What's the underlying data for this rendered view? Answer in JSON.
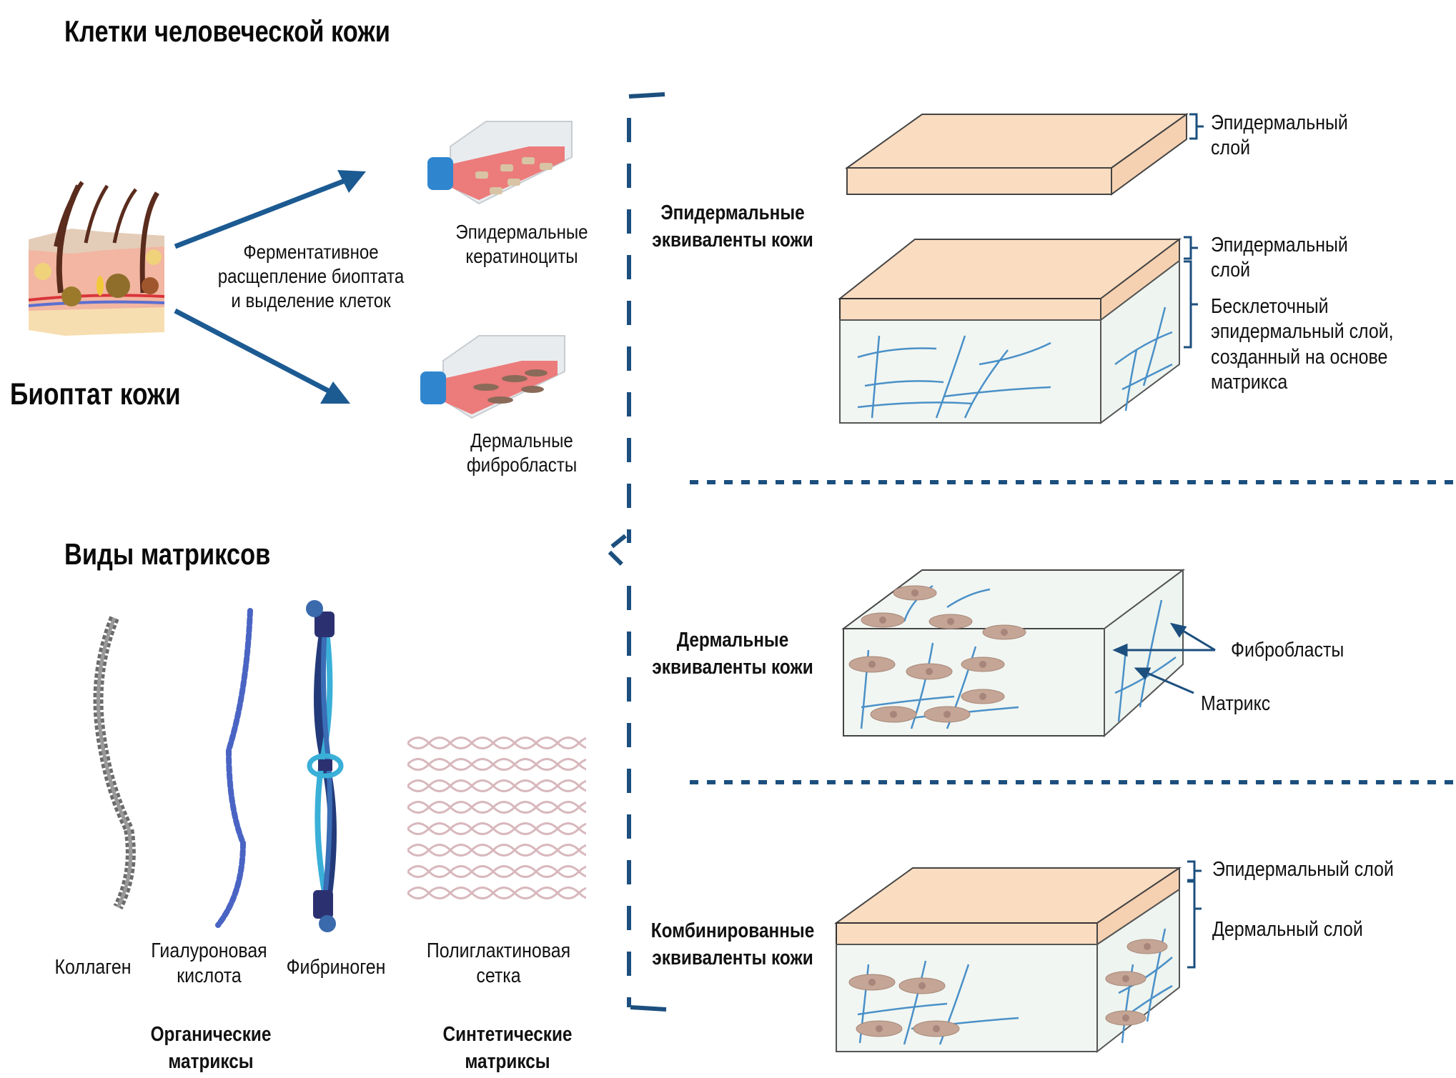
{
  "titles": {
    "human_skin_cells": "Клетки человеческой кожи",
    "skin_biopsy": "Биоптат кожи",
    "matrix_types": "Виды матриксов"
  },
  "process": {
    "arrow_label_lines": [
      "Ферментативное",
      "расщепление биоптата",
      "и выделение клеток"
    ]
  },
  "cultures": [
    {
      "id": "keratinocytes",
      "lines": [
        "Эпидермальные",
        "кератиноциты"
      ]
    },
    {
      "id": "fibroblasts",
      "lines": [
        "Дермальные",
        "фибробласты"
      ]
    }
  ],
  "equivalents": [
    {
      "id": "epidermal",
      "title_lines": [
        "Эпидермальные",
        "эквиваленты кожи"
      ],
      "models": [
        {
          "labels": [
            {
              "lines": [
                "Эпидермальный",
                "слой"
              ]
            }
          ]
        },
        {
          "labels": [
            {
              "lines": [
                "Эпидермальный",
                "слой"
              ]
            },
            {
              "lines": [
                "Бесклеточный",
                "эпидермальный слой,",
                "созданный на основе",
                "матрикса"
              ]
            }
          ]
        }
      ]
    },
    {
      "id": "dermal",
      "title_lines": [
        "Дермальные",
        "эквиваленты кожи"
      ],
      "callouts": [
        "Фибробласты",
        "Матрикс"
      ]
    },
    {
      "id": "combined",
      "title_lines": [
        "Комбинированные",
        "эквиваленты кожи"
      ],
      "labels": [
        "Эпидермальный слой",
        "Дермальный слой"
      ]
    }
  ],
  "matrices": {
    "items": [
      {
        "id": "collagen",
        "lines": [
          "Коллаген"
        ]
      },
      {
        "id": "hyaluronic",
        "lines": [
          "Гиалуроновая",
          "кислота"
        ]
      },
      {
        "id": "fibrinogen",
        "lines": [
          "Фибриноген"
        ]
      },
      {
        "id": "polyglactin",
        "lines": [
          "Полиглактиновая",
          "сетка"
        ]
      }
    ],
    "groups": [
      {
        "id": "organic",
        "lines": [
          "Органические",
          "матриксы"
        ]
      },
      {
        "id": "synthetic",
        "lines": [
          "Синтетические",
          "матриксы"
        ]
      }
    ]
  },
  "colors": {
    "accent_blue": "#1c4f7e",
    "epidermis": "#fadcc0",
    "matrix_bg": "#f1f6f2",
    "fiber": "#4a90c8",
    "cell": "#c4a596",
    "flask_medium": "#ec7b7b",
    "flask_cap": "#2f86cf"
  }
}
